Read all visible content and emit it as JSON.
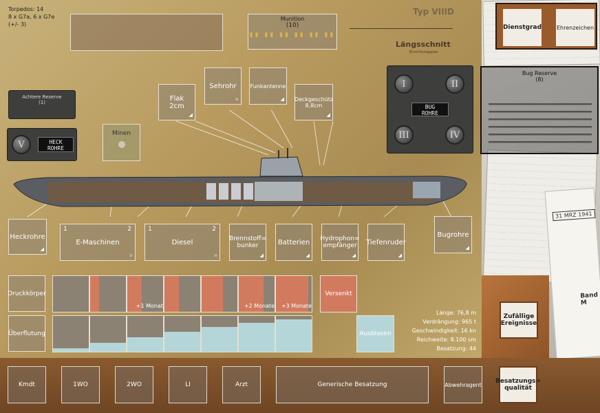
{
  "torpedo_info": {
    "line1": "Torpedos: 14",
    "line2": "8 x G7a, 6 x G7e",
    "line3": "(+/- 3)"
  },
  "munition": {
    "title": "Munition",
    "count": "(10)"
  },
  "title": {
    "type": "Typ VIIID",
    "section": "Längsschnitt",
    "subtitle": "Einrichtungsplan"
  },
  "achtere_reserve": {
    "title": "Achtere Reserve",
    "count": "(1)"
  },
  "heck": {
    "numeral": "V",
    "label1": "HECK",
    "label2": "ROHRE"
  },
  "minen": "Minen",
  "bug": {
    "label1": "BUG",
    "label2": "ROHRE",
    "numerals": [
      "I",
      "II",
      "III",
      "IV"
    ]
  },
  "top_boxes": {
    "flak": "Flak\n2cm",
    "sehrohr": "Sehrohr",
    "funkantenne": "Funkantenne",
    "deckgeschuetz": "Deckgeschütz\n8,8cm"
  },
  "stations": {
    "heckrohre": "Heckrohre",
    "emaschinen": "E-Maschinen",
    "em_left": "1",
    "em_right": "2",
    "diesel": "Diesel",
    "d_left": "1",
    "d_right": "2",
    "brennstoff": "Brennstoff=\nbunker",
    "batterien": "Batterien",
    "hydrophon": "Hydrophon=\nempfänger",
    "tiefenruder": "Tiefenruder",
    "bugrohre": "Bugrohre"
  },
  "rows": {
    "druck": "Druckkörper",
    "flut": "Überflutung",
    "versenkt": "Versenkt",
    "ausblasen": "Ausblasen",
    "m1": "+1 Monat",
    "m2": "+2 Monate",
    "m3": "+3 Monate"
  },
  "druck_fill": [
    0.0,
    0.25,
    0.4,
    0.4,
    0.6,
    0.7,
    0.9
  ],
  "flut_fill": [
    0.1,
    0.25,
    0.4,
    0.55,
    0.7,
    0.8,
    0.9
  ],
  "stats": [
    "Länge: 76,8 m",
    "Verdrängung: 965 t",
    "Geschwindigkeit: 16 kn",
    "Reichweite: 8.100 sm",
    "Besatzung: 44"
  ],
  "crew": [
    "Kmdt",
    "1WO",
    "2WO",
    "LI",
    "Arzt",
    "Generische Besatzung",
    "Abwehragent"
  ],
  "besatzung": "Besatzungs=\nqualität",
  "dienstgrad": "Dienstgrad",
  "ehrenzeichen": "Ehrenzeichen",
  "bug_reserve": {
    "title": "Bug Reserve",
    "count": "(8)"
  },
  "ereignisse": "Zufällige\nEreignisse",
  "doc": {
    "date": "31 MRZ 1941",
    "title": "Band M"
  },
  "colors": {
    "red": "#d27a5e",
    "blue": "#b4d6d8",
    "grey": "#8c8273"
  }
}
